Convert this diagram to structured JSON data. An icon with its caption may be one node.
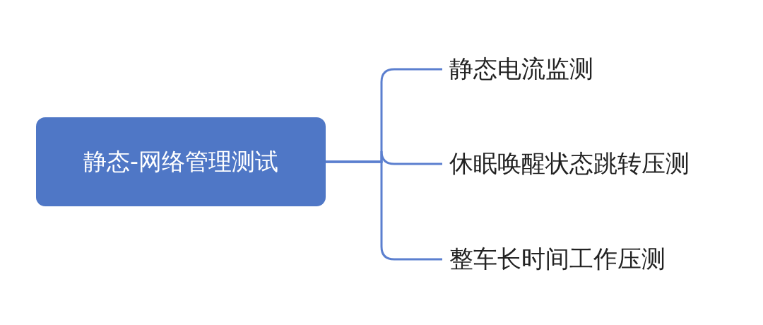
{
  "diagram": {
    "nodes": [
      {
        "text": [
          "静态-网络管理测试"
        ]
      },
      {
        "text": [
          "静态电流监测"
        ]
      },
      {
        "text": [
          "休眠唤醒状态跳转压测"
        ]
      },
      {
        "text": [
          "整车长时间工作压测"
        ]
      }
    ],
    "edges": [
      {
        "from": 0,
        "to": 1,
        "arrow": "none"
      },
      {
        "from": 0,
        "to": 2,
        "arrow": "none"
      },
      {
        "from": 0,
        "to": 3,
        "arrow": "none"
      }
    ]
  }
}
